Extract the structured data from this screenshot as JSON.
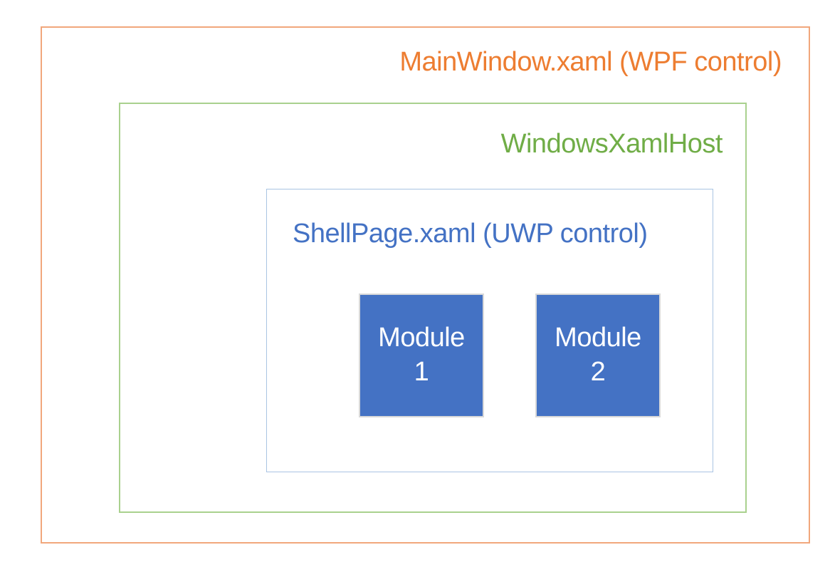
{
  "diagram": {
    "title_hierarchy": "MainWindow.xaml > WindowsXamlHost > ShellPage.xaml > Modules",
    "layers": {
      "outer": {
        "label": "MainWindow.xaml (WPF control)",
        "text_color": "#ED7D31",
        "border_color": "#F1A77C"
      },
      "host": {
        "label": "WindowsXamlHost",
        "text_color": "#70AD47",
        "border_color": "#A9D18E"
      },
      "shell": {
        "label": "ShellPage.xaml (UWP control)",
        "text_color": "#4472C4",
        "border_color": "#A9C4E3"
      }
    },
    "modules": [
      {
        "label": "Module 1"
      },
      {
        "label": "Module 2"
      }
    ],
    "module_style": {
      "fill_color": "#4472C4",
      "text_color": "#FFFFFF",
      "border_color": "#D9D9D9",
      "background_color": "#FFFFFF"
    }
  }
}
